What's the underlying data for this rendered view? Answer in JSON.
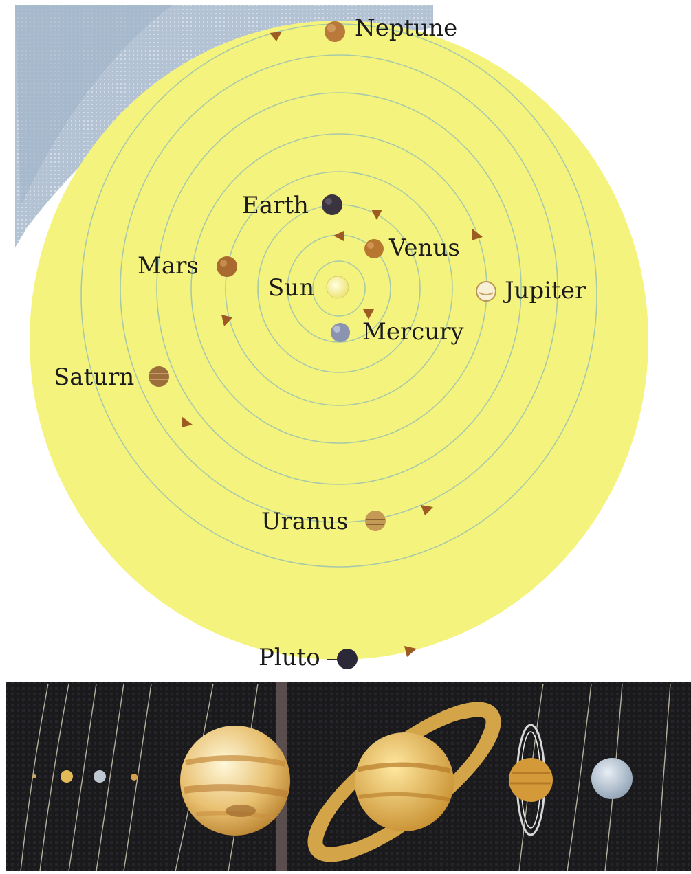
{
  "labels": {
    "neptune": "Neptune",
    "earth": "Earth",
    "venus": "Venus",
    "mars": "Mars",
    "sun": "Sun",
    "jupiter": "Jupiter",
    "mercury": "Mercury",
    "saturn": "Saturn",
    "uranus": "Uranus",
    "pluto": "Pluto"
  },
  "colors": {
    "disc": "#f3f37c",
    "orbit": "#9cc4a6",
    "sky": "#b8c6d6",
    "sun": "#f8f39a",
    "earth": "#3a3440",
    "venus": "#b8772e",
    "mars": "#a86a2e",
    "jupiter": "#f6f0d6",
    "mercury": "#8a93b0",
    "saturn": "#9b6e3c",
    "uranus": "#c49a55",
    "neptune": "#b9793a",
    "pluto": "#2b2838",
    "arrow": "#9d5a22",
    "strip_bg": "#18181a",
    "strip_line": "#d7d2c0"
  }
}
